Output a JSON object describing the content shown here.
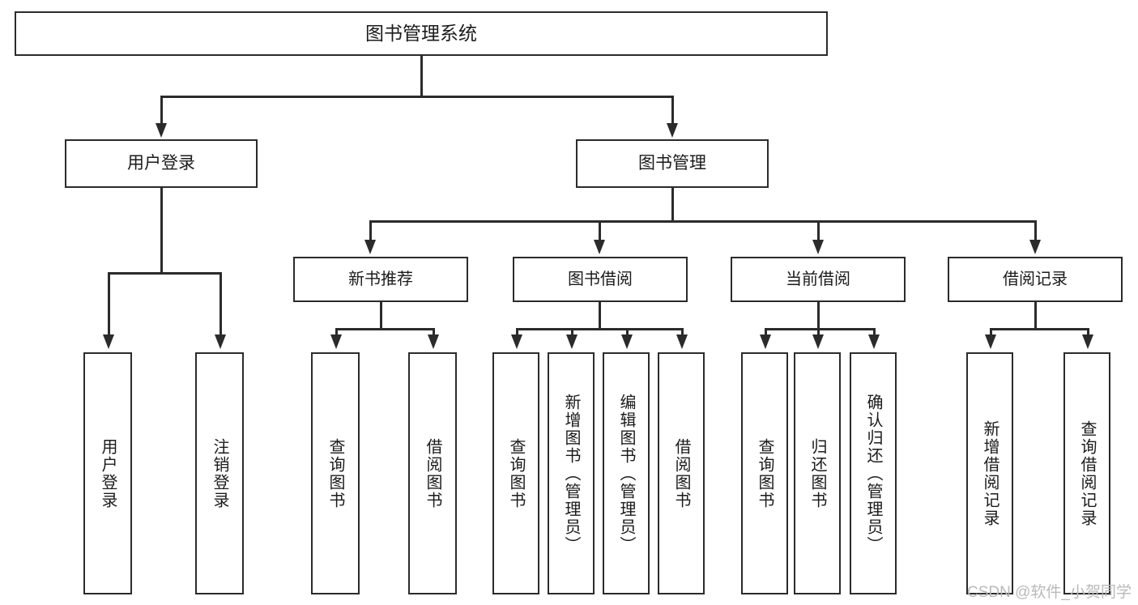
{
  "diagram": {
    "type": "tree-hierarchy-chart",
    "root": {
      "label": "图书管理系统"
    },
    "level2": [
      {
        "label": "用户登录"
      },
      {
        "label": "图书管理"
      }
    ],
    "level3": [
      {
        "label": "新书推荐"
      },
      {
        "label": "图书借阅"
      },
      {
        "label": "当前借阅"
      },
      {
        "label": "借阅记录"
      }
    ],
    "leaves": {
      "user_login": [
        {
          "label": "用户登录"
        },
        {
          "label": "注销登录"
        }
      ],
      "new_book_recommend": [
        {
          "label": "查询图书"
        },
        {
          "label": "借阅图书"
        }
      ],
      "book_borrow": [
        {
          "label": "查询图书"
        },
        {
          "label": "新增图书（管理员）"
        },
        {
          "label": "编辑图书（管理员）"
        },
        {
          "label": "借阅图书"
        }
      ],
      "current_borrow": [
        {
          "label": "查询图书"
        },
        {
          "label": "归还图书"
        },
        {
          "label": "确认归还（管理员）"
        }
      ],
      "borrow_record": [
        {
          "label": "新增借阅记录"
        },
        {
          "label": "查询借阅记录"
        }
      ]
    }
  },
  "watermark": {
    "text": "CSDN @软件_小贺同学"
  },
  "colors": {
    "stroke": "#2b2b2b",
    "background": "#ffffff",
    "text": "#1b1b1b",
    "watermark": "#b9b9b9"
  }
}
